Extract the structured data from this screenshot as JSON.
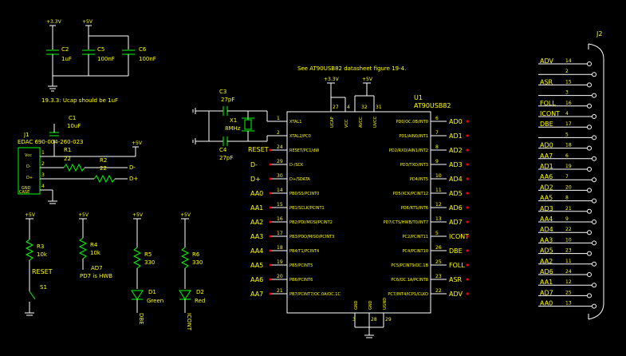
{
  "colors": {
    "background": "#000000",
    "wire": "#ffffff",
    "label": "#ffff00",
    "component": "#00ff00",
    "pin_marker": "#ff0000"
  },
  "note": "See AT90USB82 datasheet figure 19-4.",
  "power": {
    "v33": "+3.3V",
    "v5": "+5V"
  },
  "caps": [
    {
      "ref": "C2",
      "val": "1uF"
    },
    {
      "ref": "C5",
      "val": "100nF"
    },
    {
      "ref": "C6",
      "val": "100nF"
    }
  ],
  "ucap_note": "19.3.3: Ucap should be 1uF",
  "j1": {
    "ref": "J1",
    "part": "EDAC 690-004-260-023",
    "pins": [
      "Vcc",
      "D-",
      "D+",
      "GND",
      "CASE"
    ]
  },
  "c1": {
    "ref": "C1",
    "val": "10uF"
  },
  "r1": {
    "ref": "R1",
    "val": "22"
  },
  "r2": {
    "ref": "R2",
    "val": "22"
  },
  "crystal": {
    "c3": "C3",
    "c3v": "27pF",
    "x1": "X1",
    "x1v": "8MHz",
    "c4": "C4",
    "c4v": "27pF"
  },
  "reset": "RESET",
  "u1": {
    "ref": "U1",
    "part": "AT90USB82",
    "left_pins": [
      {
        "name": "XTAL1",
        "num": "1",
        "net": ""
      },
      {
        "name": "XTAL2/PC0",
        "num": "2",
        "net": ""
      },
      {
        "name": "RESET/PC1/dW",
        "num": "24",
        "net": "RESET"
      },
      {
        "name": "D-/SCK",
        "num": "29",
        "net": "D-"
      },
      {
        "name": "D+/SDATA",
        "num": "30",
        "net": "D+"
      },
      {
        "name": "PB0/SS/PCINT0",
        "num": "14",
        "net": "AA0"
      },
      {
        "name": "PB1/SCLK/PCINT1",
        "num": "15",
        "net": "AA1"
      },
      {
        "name": "PB2/PDI/MOSI/PCINT2",
        "num": "16",
        "net": "AA2"
      },
      {
        "name": "PB3/PDO/MISO/PCINT3",
        "num": "17",
        "net": "AA3"
      },
      {
        "name": "PB4/T1/PCINT4",
        "num": "18",
        "net": "AA4"
      },
      {
        "name": "PB5/PCINT5",
        "num": "19",
        "net": "AA5"
      },
      {
        "name": "PB6/PCINT6",
        "num": "20",
        "net": "AA6"
      },
      {
        "name": "PB7/PCINT7/OC.0A/OC.1C",
        "num": "21",
        "net": "AA7"
      }
    ],
    "right_pins": [
      {
        "name": "PD0/OC.0B/INT0",
        "num": "6",
        "net": "AD0"
      },
      {
        "name": "PD1/AIN0/INT1",
        "num": "7",
        "net": "AD1"
      },
      {
        "name": "PD2/RXD/AIN1/INT2",
        "num": "8",
        "net": "AD2"
      },
      {
        "name": "PD3/TXD/INT3",
        "num": "9",
        "net": "AD3"
      },
      {
        "name": "PD4/INT5",
        "num": "10",
        "net": "AD4"
      },
      {
        "name": "PD5/XCK/PCINT12",
        "num": "11",
        "net": "AD5"
      },
      {
        "name": "PD6/RTS/INT6",
        "num": "12",
        "net": "AD6"
      },
      {
        "name": "PD7/CTS/HWB/T0/INT7",
        "num": "13",
        "net": "AD7"
      },
      {
        "name": "PC2/PCINT11",
        "num": "5",
        "net": "ICONT"
      },
      {
        "name": "PC4/PCINT10",
        "num": "26",
        "net": "DBE"
      },
      {
        "name": "PC5/PCINT9/OC.1B",
        "num": "25",
        "net": "FOLL"
      },
      {
        "name": "PC6/OC.1A/PCINT8",
        "num": "23",
        "net": "ASR"
      },
      {
        "name": "PC7/INT4/ICP1/CLKO",
        "num": "22",
        "net": "ADV"
      }
    ],
    "top_pins": [
      {
        "name": "VCC",
        "num": "4"
      },
      {
        "name": "UCAP",
        "num": "27"
      },
      {
        "name": "AVCC",
        "num": "32"
      },
      {
        "name": "UVCC",
        "num": "31"
      }
    ],
    "bottom_pins": [
      {
        "name": "GND",
        "num": "3"
      },
      {
        "name": "GND",
        "num": "28"
      },
      {
        "name": "UGND",
        "num": "29"
      }
    ],
    "top_nums_left": "27"
  },
  "r3": {
    "ref": "R3",
    "val": "10k",
    "net": "RESET"
  },
  "s1": {
    "ref": "S1"
  },
  "r4": {
    "ref": "R4",
    "val": "10k",
    "net": "AD7",
    "note": "PD7 is HWB"
  },
  "r5": {
    "ref": "R5",
    "val": "330"
  },
  "r6": {
    "ref": "R6",
    "val": "330"
  },
  "d1": {
    "ref": "D1",
    "val": "Green",
    "net": "DBE"
  },
  "d2": {
    "ref": "D2",
    "val": "Red",
    "net": "ICONT"
  },
  "j2": {
    "ref": "J2",
    "pins": [
      {
        "net": "ADV",
        "num": "14"
      },
      {
        "net": "",
        "num": "2"
      },
      {
        "net": "ASR",
        "num": "15"
      },
      {
        "net": "",
        "num": "3"
      },
      {
        "net": "FOLL",
        "num": "16"
      },
      {
        "net": "ICONT",
        "num": "4"
      },
      {
        "net": "DBE",
        "num": "17"
      },
      {
        "net": "",
        "num": "5"
      },
      {
        "net": "AD0",
        "num": "18"
      },
      {
        "net": "AA7",
        "num": "6"
      },
      {
        "net": "AD1",
        "num": "19"
      },
      {
        "net": "AA6",
        "num": "7"
      },
      {
        "net": "AD2",
        "num": "20"
      },
      {
        "net": "AA5",
        "num": "8"
      },
      {
        "net": "AD3",
        "num": "21"
      },
      {
        "net": "AA4",
        "num": "9"
      },
      {
        "net": "AD4",
        "num": "22"
      },
      {
        "net": "AA3",
        "num": "10"
      },
      {
        "net": "AD5",
        "num": "23"
      },
      {
        "net": "AA2",
        "num": "11"
      },
      {
        "net": "AD6",
        "num": "24"
      },
      {
        "net": "AA1",
        "num": "12"
      },
      {
        "net": "AD7",
        "num": "25"
      },
      {
        "net": "AA0",
        "num": "13"
      }
    ]
  }
}
